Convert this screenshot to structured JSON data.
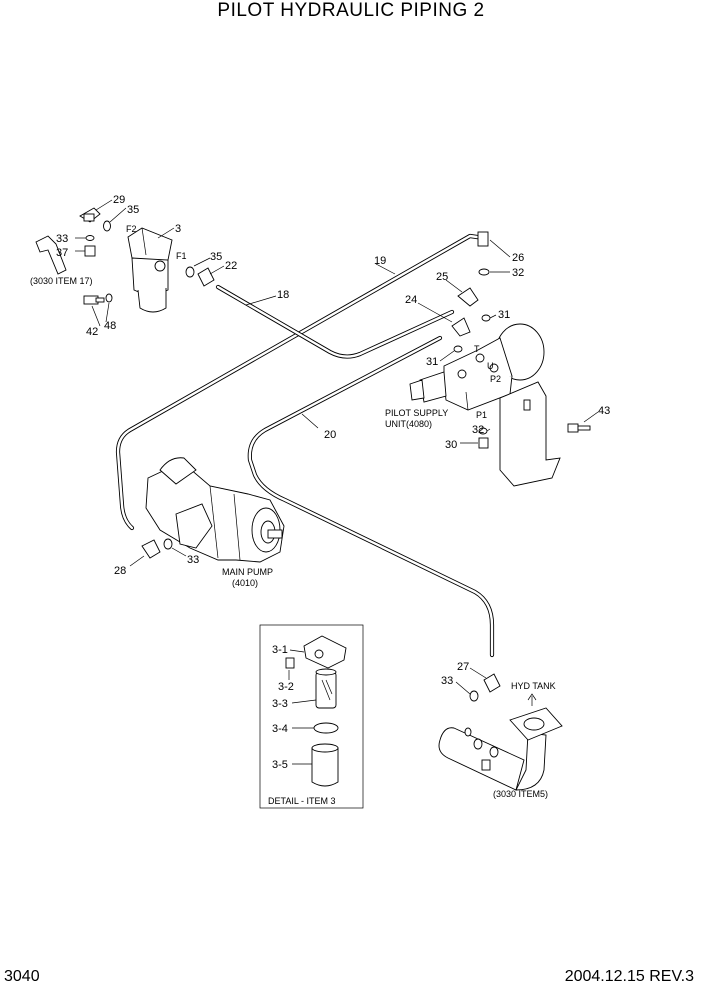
{
  "title": "PILOT HYDRAULIC PIPING 2",
  "page_number": "3040",
  "revision": "2004.12.15  REV.3",
  "labels": {
    "l29": "29",
    "l35a": "35",
    "l3": "3",
    "l33a": "33",
    "l37": "37",
    "ref3030_17": "(3030 ITEM 17)",
    "l42": "42",
    "l48": "48",
    "l35b": "35",
    "l22": "22",
    "l18": "18",
    "l19": "19",
    "l26": "26",
    "l32a": "32",
    "l25": "25",
    "l24": "24",
    "l31a": "31",
    "l31b": "31",
    "l43": "43",
    "l32b": "32",
    "l30": "30",
    "l20": "20",
    "l28": "28",
    "l33b": "33",
    "l27": "27",
    "l33c": "33",
    "ref3030_5": "(3030 ITEM5)",
    "pilot_supply_1": "PILOT SUPPLY",
    "pilot_supply_2": "UNIT(4080)",
    "main_pump_1": "MAIN PUMP",
    "main_pump_2": "(4010)",
    "hyd_tank": "HYD TANK",
    "port_f2": "F2",
    "port_f1": "F1",
    "port_t": "T",
    "port_u": "U",
    "port_p2": "P2",
    "port_p1": "P1",
    "d31": "3-1",
    "d32": "3-2",
    "d33": "3-3",
    "d34": "3-4",
    "d35": "3-5",
    "detail_caption": "DETAIL - ITEM 3"
  }
}
